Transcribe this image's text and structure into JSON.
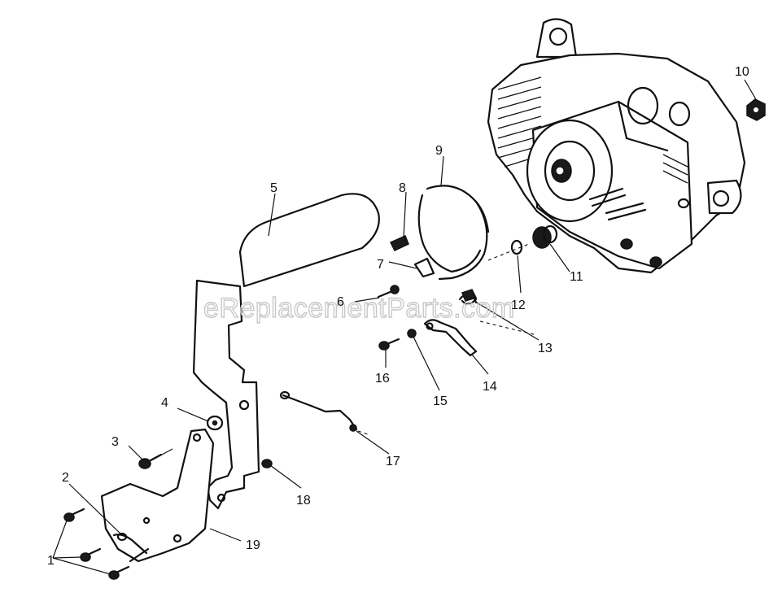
{
  "watermark": "eReplacementParts.com",
  "callouts": {
    "c1": "1",
    "c2": "2",
    "c3": "3",
    "c4": "4",
    "c5": "5",
    "c6": "6",
    "c7": "7",
    "c8": "8",
    "c9": "9",
    "c10": "10",
    "c11": "11",
    "c12": "12",
    "c13": "13",
    "c14": "14",
    "c15": "15",
    "c16": "16",
    "c17": "17",
    "c18": "18",
    "c19": "19"
  }
}
